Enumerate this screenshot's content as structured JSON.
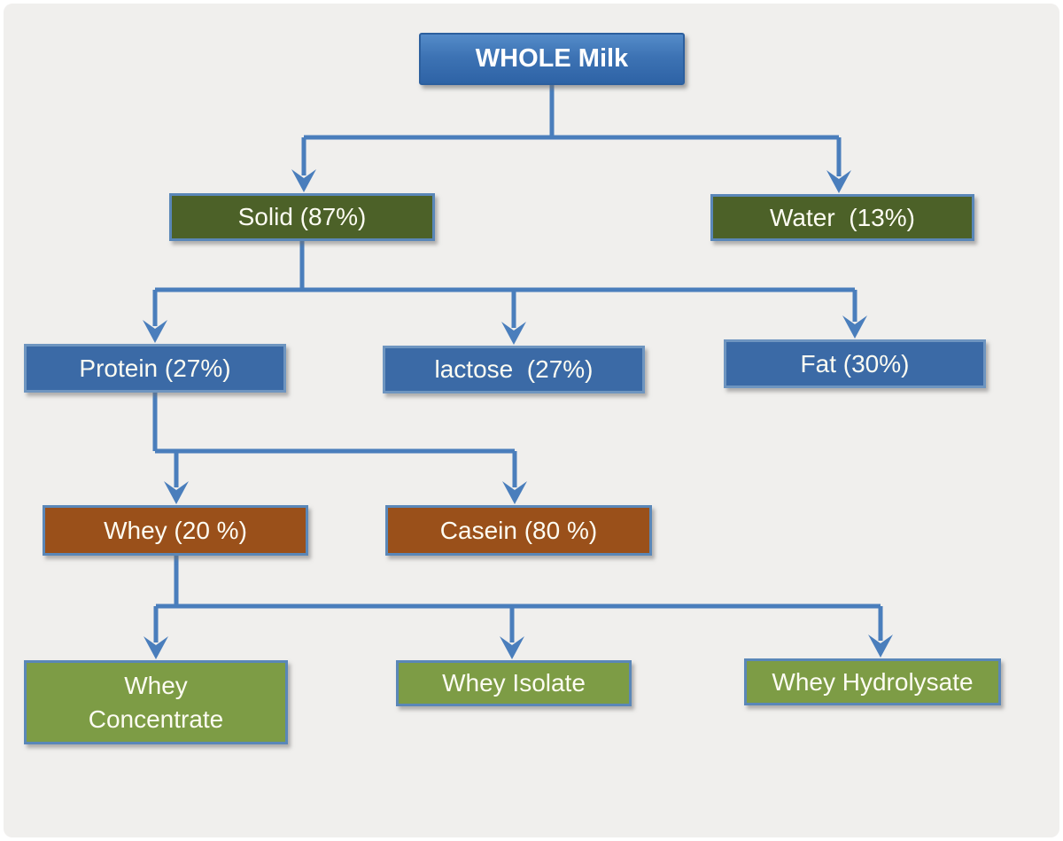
{
  "diagram": {
    "type": "flowchart",
    "background_color": "#f0efed",
    "connector_color": "#4a7ebc",
    "nodes": {
      "whole_milk": {
        "label": "WHOLE Milk",
        "color": "#3d73b4",
        "level": 1
      },
      "solid": {
        "label": "Solid (87%)",
        "color": "#4c6128",
        "level": 2
      },
      "water": {
        "label": "Water  (13%)",
        "color": "#4c6128",
        "level": 2
      },
      "protein": {
        "label": "Protein (27%)",
        "color": "#3b6aa6",
        "level": 3
      },
      "lactose": {
        "label": "lactose  (27%)",
        "color": "#3b6aa6",
        "level": 3
      },
      "fat": {
        "label": "Fat (30%)",
        "color": "#3b6aa6",
        "level": 3
      },
      "whey": {
        "label": "Whey (20 %)",
        "color": "#9a501a",
        "level": 4
      },
      "casein": {
        "label": "Casein (80 %)",
        "color": "#9a501a",
        "level": 4
      },
      "whey_concentrate": {
        "label": "Whey\nConcentrate",
        "color": "#7d9c45",
        "level": 5
      },
      "whey_isolate": {
        "label": "Whey Isolate",
        "color": "#7d9c45",
        "level": 5
      },
      "whey_hydrolysate": {
        "label": "Whey Hydrolysate",
        "color": "#7d9c45",
        "level": 5
      }
    },
    "edges": [
      [
        "whole_milk",
        "solid"
      ],
      [
        "whole_milk",
        "water"
      ],
      [
        "solid",
        "protein"
      ],
      [
        "solid",
        "lactose"
      ],
      [
        "solid",
        "fat"
      ],
      [
        "protein",
        "whey"
      ],
      [
        "protein",
        "casein"
      ],
      [
        "whey",
        "whey_concentrate"
      ],
      [
        "whey",
        "whey_isolate"
      ],
      [
        "whey",
        "whey_hydrolysate"
      ]
    ]
  }
}
